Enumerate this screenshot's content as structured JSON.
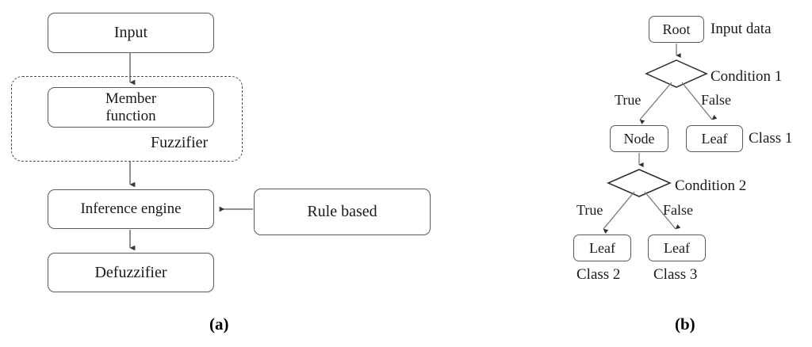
{
  "figure": {
    "background_color": "#ffffff",
    "line_color": "#555555",
    "box_border_color": "#5a5a5a",
    "text_color": "#1a1a1a"
  },
  "panel_a": {
    "caption": "(a)",
    "boxes": {
      "input": "Input",
      "member_function": "Member\nfunction",
      "member_function_line1": "Member",
      "member_function_line2": "function",
      "inference_engine": "Inference engine",
      "rule_based": "Rule based",
      "defuzzifier": "Defuzzifier"
    },
    "group_label": "Fuzzifier"
  },
  "panel_b": {
    "caption": "(b)",
    "boxes": {
      "root": "Root",
      "node": "Node",
      "leaf_1": "Leaf",
      "leaf_2": "Leaf",
      "leaf_3": "Leaf"
    },
    "annotations": {
      "input_data": "Input data",
      "condition_1": "Condition 1",
      "condition_2": "Condition 2",
      "true_1": "True",
      "false_1": "False",
      "true_2": "True",
      "false_2": "False",
      "class_1": "Class 1",
      "class_2": "Class 2",
      "class_3": "Class 3"
    }
  }
}
